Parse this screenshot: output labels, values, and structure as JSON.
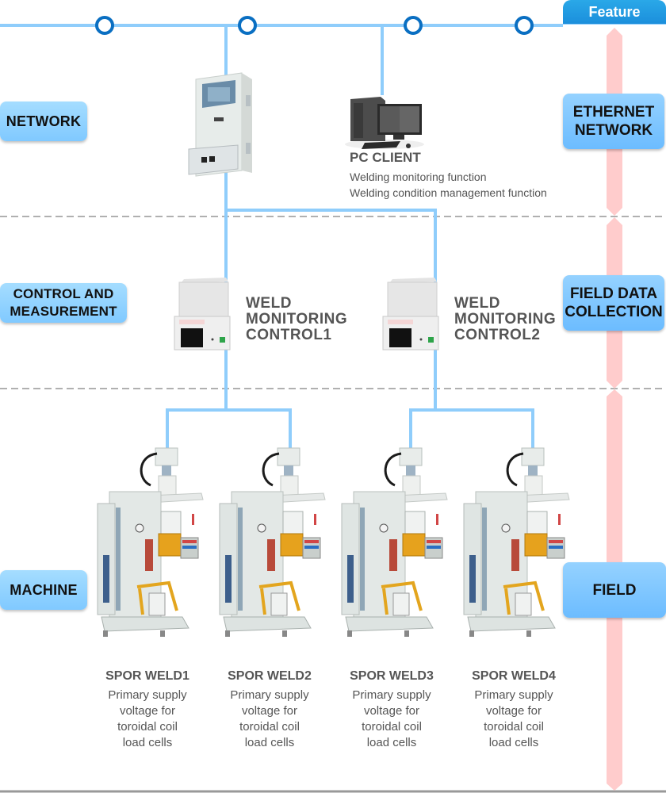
{
  "colors": {
    "wire": "#8fcdfb",
    "node_ring": "#0a6fc2",
    "feature_bar": "#ffcccc",
    "separator": "#b0b0b0",
    "feature_tab": "#1b96e0",
    "label_bg": "#8ed0ff"
  },
  "header": {
    "feature_tab_label": "Feature"
  },
  "tiers": [
    {
      "left_label": "NETWORK",
      "feature_label": "ETHERNET NETWORK"
    },
    {
      "left_label": "CONTROL AND MEASUREMENT",
      "feature_label": "FIELD DATA COLLECTION"
    },
    {
      "left_label": "MACHINE",
      "feature_label": "FIELD"
    }
  ],
  "network": {
    "server_icon": "server-kiosk-icon",
    "pc_client": {
      "icon": "desktop-computer-icon",
      "title": "PC CLIENT",
      "functions": [
        "Welding monitoring function",
        "Welding condition management function"
      ]
    }
  },
  "controllers": [
    {
      "icon": "control-unit-icon",
      "title_lines": [
        "WELD",
        "MONITORING",
        "CONTROL1"
      ]
    },
    {
      "icon": "control-unit-icon",
      "title_lines": [
        "WELD",
        "MONITORING",
        "CONTROL2"
      ]
    }
  ],
  "machines": [
    {
      "icon": "spot-welder-icon",
      "title": "SPOR WELD1",
      "desc_lines": [
        "Primary supply",
        "voltage for",
        "toroidal coil",
        "load cells"
      ]
    },
    {
      "icon": "spot-welder-icon",
      "title": "SPOR WELD2",
      "desc_lines": [
        "Primary supply",
        "voltage for",
        "toroidal coil",
        "load cells"
      ]
    },
    {
      "icon": "spot-welder-icon",
      "title": "SPOR WELD3",
      "desc_lines": [
        "Primary supply",
        "voltage for",
        "toroidal coil",
        "load cells"
      ]
    },
    {
      "icon": "spot-welder-icon",
      "title": "SPOR WELD4",
      "desc_lines": [
        "Primary supply",
        "voltage for",
        "toroidal coil",
        "load cells"
      ]
    }
  ]
}
